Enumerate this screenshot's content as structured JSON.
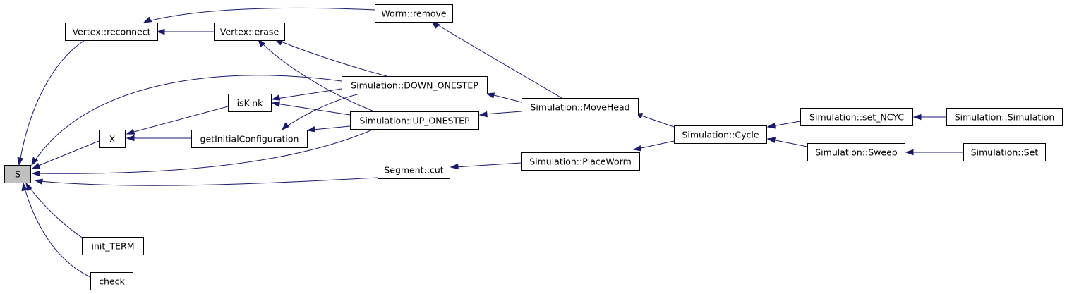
{
  "graph": {
    "nodes": [
      {
        "id": "S",
        "label": "S",
        "root": true
      },
      {
        "id": "reconnect",
        "label": "Vertex::reconnect"
      },
      {
        "id": "worm_remove",
        "label": "Worm::remove"
      },
      {
        "id": "erase",
        "label": "Vertex::erase"
      },
      {
        "id": "down",
        "label": "Simulation::DOWN_ONESTEP"
      },
      {
        "id": "iskink",
        "label": "isKink"
      },
      {
        "id": "movehead",
        "label": "Simulation::MoveHead"
      },
      {
        "id": "up",
        "label": "Simulation::UP_ONESTEP"
      },
      {
        "id": "x",
        "label": "X"
      },
      {
        "id": "getinit",
        "label": "getInitialConfiguration"
      },
      {
        "id": "cycle",
        "label": "Simulation::Cycle"
      },
      {
        "id": "setncyc",
        "label": "Simulation::set_NCYC"
      },
      {
        "id": "simulation",
        "label": "Simulation::Simulation"
      },
      {
        "id": "sweep",
        "label": "Simulation::Sweep"
      },
      {
        "id": "set",
        "label": "Simulation::Set"
      },
      {
        "id": "cut",
        "label": "Segment::cut"
      },
      {
        "id": "placeworm",
        "label": "Simulation::PlaceWorm"
      },
      {
        "id": "initterm",
        "label": "init_TERM"
      },
      {
        "id": "check",
        "label": "check"
      }
    ],
    "edges": [
      {
        "from": "reconnect",
        "to": "S"
      },
      {
        "from": "worm_remove",
        "to": "reconnect"
      },
      {
        "from": "erase",
        "to": "reconnect"
      },
      {
        "from": "down",
        "to": "erase"
      },
      {
        "from": "up",
        "to": "erase"
      },
      {
        "from": "movehead",
        "to": "worm_remove"
      },
      {
        "from": "down",
        "to": "S"
      },
      {
        "from": "down",
        "to": "iskink"
      },
      {
        "from": "up",
        "to": "iskink"
      },
      {
        "from": "iskink",
        "to": "x"
      },
      {
        "from": "x",
        "to": "S"
      },
      {
        "from": "getinit",
        "to": "x"
      },
      {
        "from": "down",
        "to": "getinit"
      },
      {
        "from": "up",
        "to": "getinit"
      },
      {
        "from": "up",
        "to": "S"
      },
      {
        "from": "movehead",
        "to": "down"
      },
      {
        "from": "movehead",
        "to": "up"
      },
      {
        "from": "cycle",
        "to": "movehead"
      },
      {
        "from": "cycle",
        "to": "placeworm"
      },
      {
        "from": "setncyc",
        "to": "cycle"
      },
      {
        "from": "sweep",
        "to": "cycle"
      },
      {
        "from": "simulation",
        "to": "setncyc"
      },
      {
        "from": "set",
        "to": "sweep"
      },
      {
        "from": "placeworm",
        "to": "cut"
      },
      {
        "from": "cut",
        "to": "S"
      },
      {
        "from": "initterm",
        "to": "S"
      },
      {
        "from": "check",
        "to": "S"
      }
    ]
  }
}
